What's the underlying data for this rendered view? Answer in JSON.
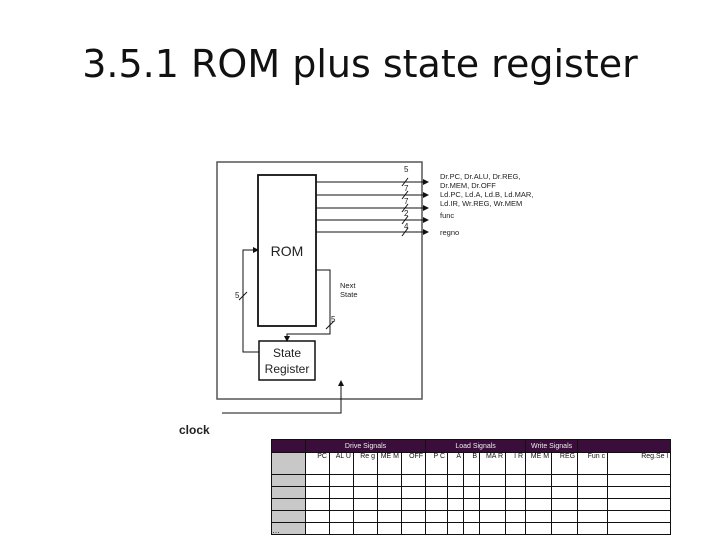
{
  "slide": {
    "title": "3.5.1 ROM plus state register"
  },
  "diagram": {
    "rom_label": "ROM",
    "state_register_label": [
      "State",
      "Register"
    ],
    "next_state_label": [
      "Next",
      "State"
    ],
    "clock_label": "clock",
    "bus_widths": [
      "5",
      "7",
      "7",
      "2",
      "4"
    ],
    "feedback_width_left": "5",
    "feedback_width_right": "5",
    "outputs": [
      "Dr.PC, Dr.ALU, Dr.REG,",
      "Dr.MEM, Dr.OFF",
      "Ld.PC, Ld.A, Ld.B, Ld.MAR,",
      "Ld.IR, Wr.REG, Wr.MEM",
      "func",
      "regno"
    ]
  },
  "table": {
    "groups": [
      "Drive Signals",
      "Load Signals",
      "Write Signals"
    ],
    "columns": [
      "PC",
      "AL U",
      "Re g",
      "ME M",
      "OFF",
      "P C",
      "A",
      "B",
      "MA R",
      "I R",
      "ME M",
      "REG",
      "Fun c",
      "Reg.Se l"
    ],
    "ellipsis": "…"
  }
}
